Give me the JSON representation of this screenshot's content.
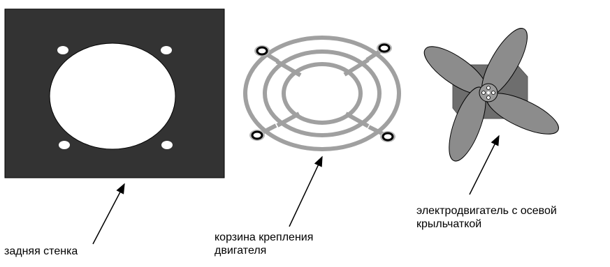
{
  "labels": {
    "back_wall": "задняя стенка",
    "basket_line1": "корзина крепления",
    "basket_line2": "двигателя",
    "motor_line1": "электродвигатель с осевой",
    "motor_line2": "крыльчаткой"
  },
  "colors": {
    "back_wall_fill": "#333333",
    "basket_ring": "#a0a0a0",
    "fan_blade": "#8c8c8c",
    "motor_body": "#6e6e6e",
    "outline": "#000000"
  }
}
